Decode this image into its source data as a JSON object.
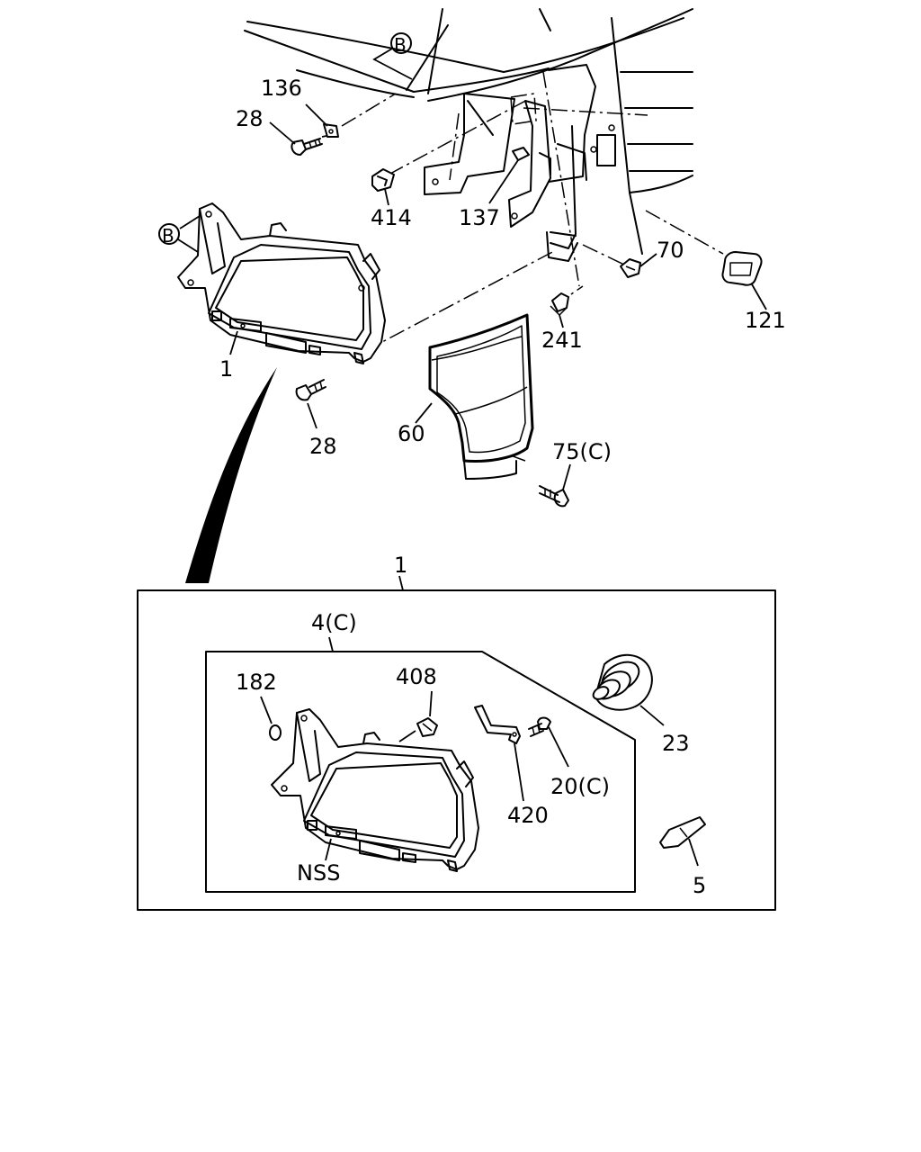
{
  "callouts": {
    "b_top": "B",
    "b_left": "B",
    "p136": "136",
    "p28_top": "28",
    "p414": "414",
    "p137": "137",
    "p70": "70",
    "p121": "121",
    "p241": "241",
    "p1_assy": "1",
    "p28_bottom": "28",
    "p60": "60",
    "p75": "75(C)",
    "p1_inset": "1",
    "p4": "4(C)",
    "p182": "182",
    "p408": "408",
    "p23": "23",
    "p20": "20(C)",
    "p420": "420",
    "nss": "NSS",
    "p5": "5"
  }
}
